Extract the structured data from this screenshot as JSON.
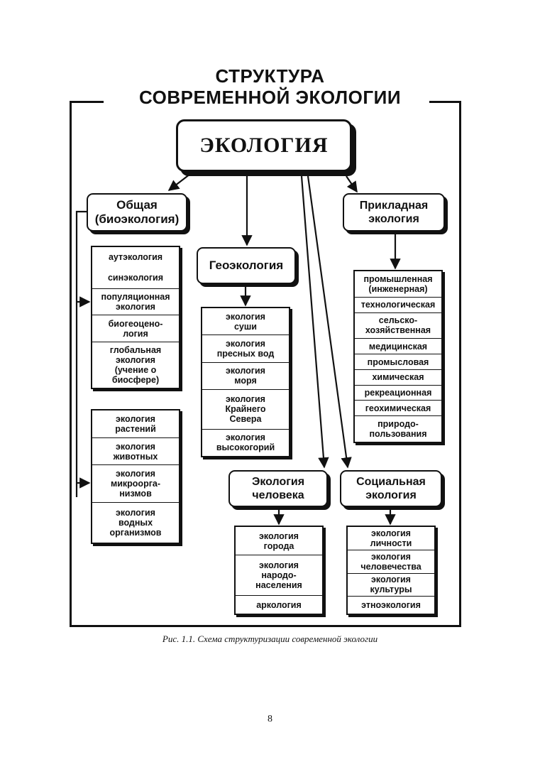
{
  "diagram": {
    "title_line1": "СТРУКТУРА",
    "title_line2": "СОВРЕМЕННОЙ ЭКОЛОГИИ",
    "root": "ЭКОЛОГИЯ",
    "general": {
      "line1": "Общая",
      "line2": "(биоэкология)",
      "group1": [
        "аутэкология",
        "синэкология",
        "популяционная\nэкология",
        "биогеоцено-\nлогия",
        "глобальная\nэкология\n(учение о\nбиосфере)"
      ],
      "group2": [
        "экология\nрастений",
        "экология\nживотных",
        "экология\nмикроорга-\nнизмов",
        "экология\nводных\nорганизмов"
      ]
    },
    "geo": {
      "label": "Геоэкология",
      "items": [
        "экология\nсуши",
        "экология\nпресных вод",
        "экология\nморя",
        "экология\nКрайнего\nСевера",
        "экология\nвысокогорий"
      ]
    },
    "applied": {
      "line1": "Прикладная",
      "line2": "экология",
      "items": [
        "промышленная\n(инженерная)",
        "технологическая",
        "сельско-\nхозяйственная",
        "медицинская",
        "промысловая",
        "химическая",
        "рекреационная",
        "геохимическая",
        "природо-\nпользования"
      ]
    },
    "human": {
      "line1": "Экология",
      "line2": "человека",
      "items": [
        "экология\nгорода",
        "экология\nнародо-\nнаселения",
        "аркология"
      ]
    },
    "social": {
      "line1": "Социальная",
      "line2": "экология",
      "items": [
        "экология\nличности",
        "экология\nчеловечества",
        "экология\nкультуры",
        "этноэкология"
      ]
    }
  },
  "caption": "Рис. 1.1. Схема структуризации современной экологии",
  "page_number": "8"
}
